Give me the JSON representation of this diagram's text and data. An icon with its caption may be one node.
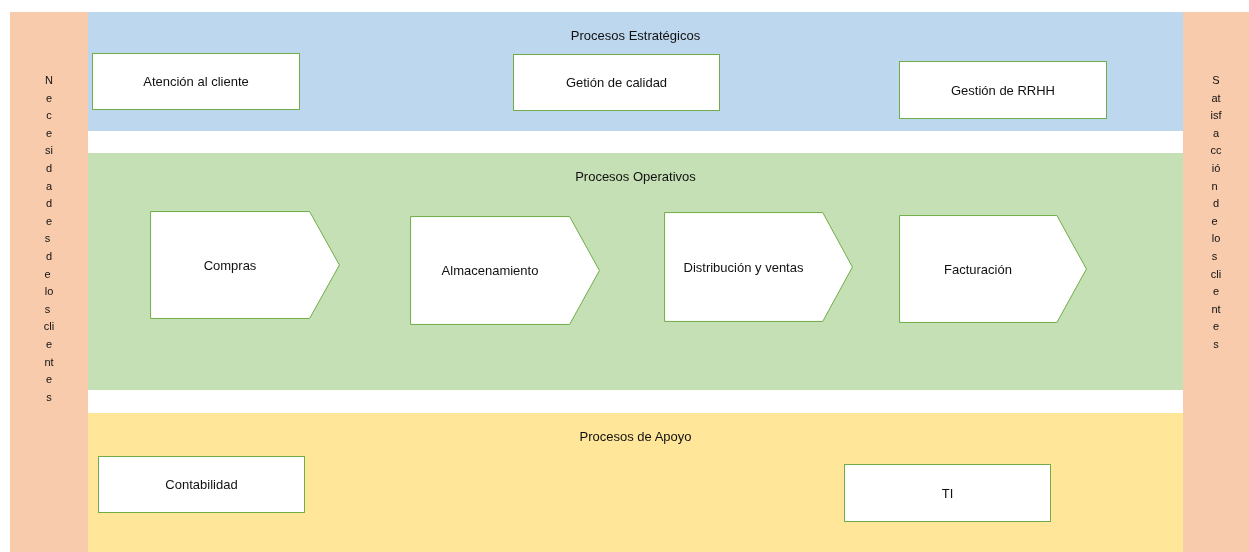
{
  "diagram": {
    "nodes": [
      {
        "text": [
          "Necesidades de los clientes"
        ]
      },
      {
        "text": [
          "Procesos Estratégicos"
        ]
      },
      {
        "text": [
          "Atención al cliente"
        ],
        "in": 1
      },
      {
        "text": [
          "Getión de calidad"
        ],
        "in": 1
      },
      {
        "text": [
          "Gestión de RRHH"
        ],
        "in": 1
      },
      {
        "text": [
          "Procesos Operativos"
        ]
      },
      {
        "text": [
          "Compras"
        ],
        "in": 5
      },
      {
        "text": [
          "Almacenamiento"
        ],
        "in": 5
      },
      {
        "text": [
          "Distribución y ventas"
        ],
        "in": 5
      },
      {
        "text": [
          "Facturación"
        ],
        "in": 5
      },
      {
        "text": [
          "Procesos de Apoyo"
        ]
      },
      {
        "text": [
          "Contabilidad"
        ],
        "in": 10
      },
      {
        "text": [
          "TI"
        ],
        "in": 10
      },
      {
        "text": [
          "Satisfacción de los clientes"
        ]
      }
    ]
  }
}
